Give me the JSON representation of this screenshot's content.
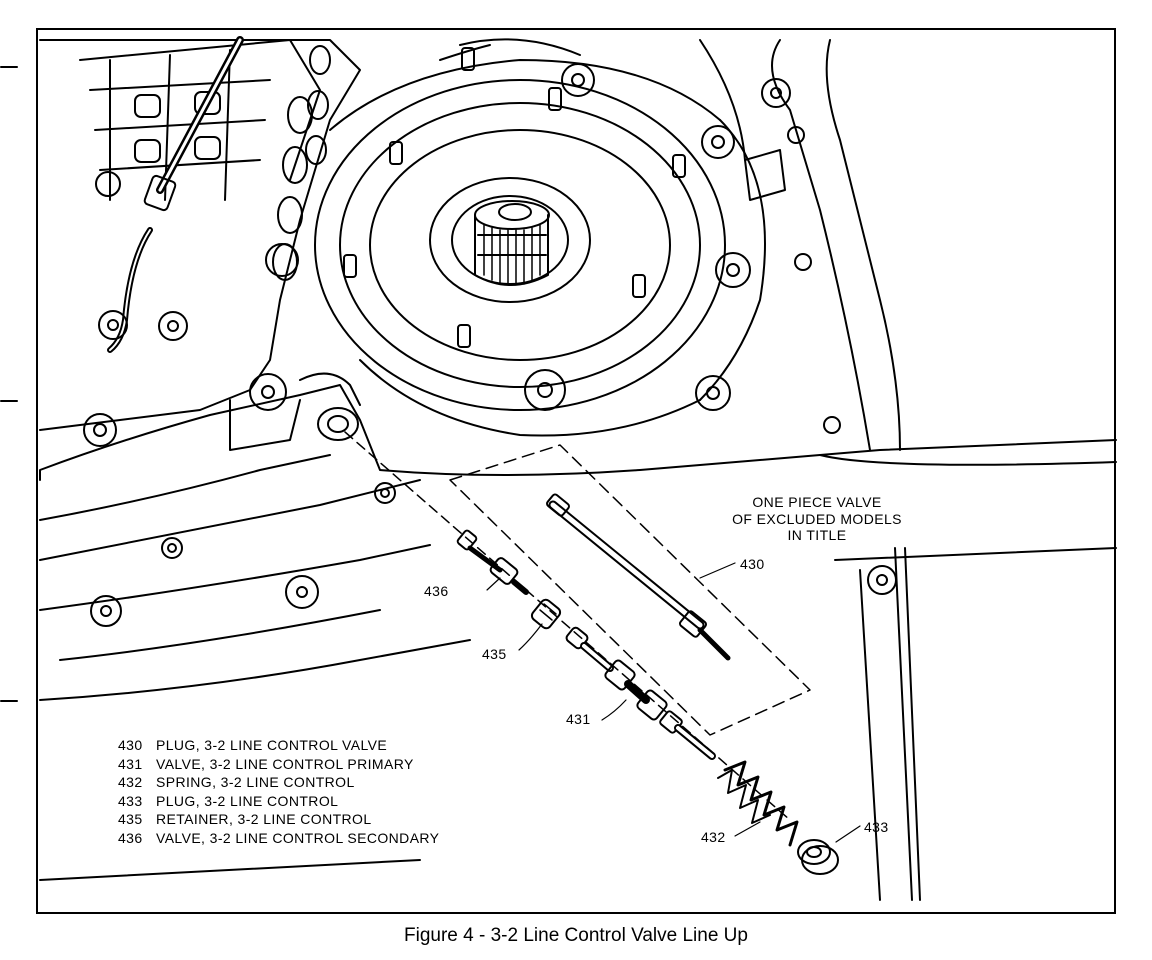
{
  "note": [
    "ONE PIECE VALVE",
    "OF EXCLUDED MODELS",
    "IN TITLE"
  ],
  "callouts": {
    "c430": "430",
    "c431": "431",
    "c432": "432",
    "c433": "433",
    "c435": "435",
    "c436": "436"
  },
  "legend": [
    {
      "num": "430",
      "text": "PLUG, 3-2 LINE CONTROL VALVE"
    },
    {
      "num": "431",
      "text": "VALVE, 3-2 LINE CONTROL PRIMARY"
    },
    {
      "num": "432",
      "text": "SPRING, 3-2 LINE CONTROL"
    },
    {
      "num": "433",
      "text": "PLUG, 3-2 LINE CONTROL"
    },
    {
      "num": "435",
      "text": "RETAINER, 3-2 LINE CONTROL"
    },
    {
      "num": "436",
      "text": "VALVE, 3-2 LINE CONTROL SECONDARY"
    }
  ],
  "caption": "Figure 4 - 3-2 Line Control Valve Line Up"
}
